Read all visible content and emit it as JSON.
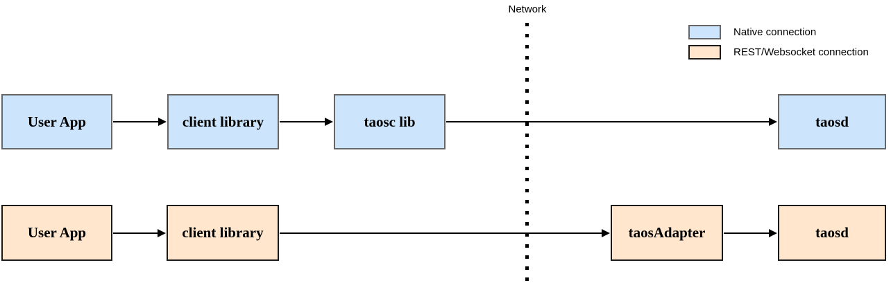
{
  "network_label": "Network",
  "legend": {
    "native": {
      "label": "Native connection",
      "swatch_color": "#cce5fc"
    },
    "rest": {
      "label": "REST/Websocket connection",
      "swatch_color": "#ffe6cc"
    }
  },
  "nodes": {
    "user_app_native": "User App",
    "client_library_native": "client library",
    "taosc_lib": "taosc lib",
    "taosd_native": "taosd",
    "user_app_rest": "User App",
    "client_library_rest": "client library",
    "taos_adapter": "taosAdapter",
    "taosd_rest": "taosd"
  },
  "colors": {
    "native_fill": "#cce5fc",
    "native_border": "#666666",
    "rest_fill": "#ffe6cc",
    "rest_border": "#1a1a1a",
    "line": "#000000"
  }
}
